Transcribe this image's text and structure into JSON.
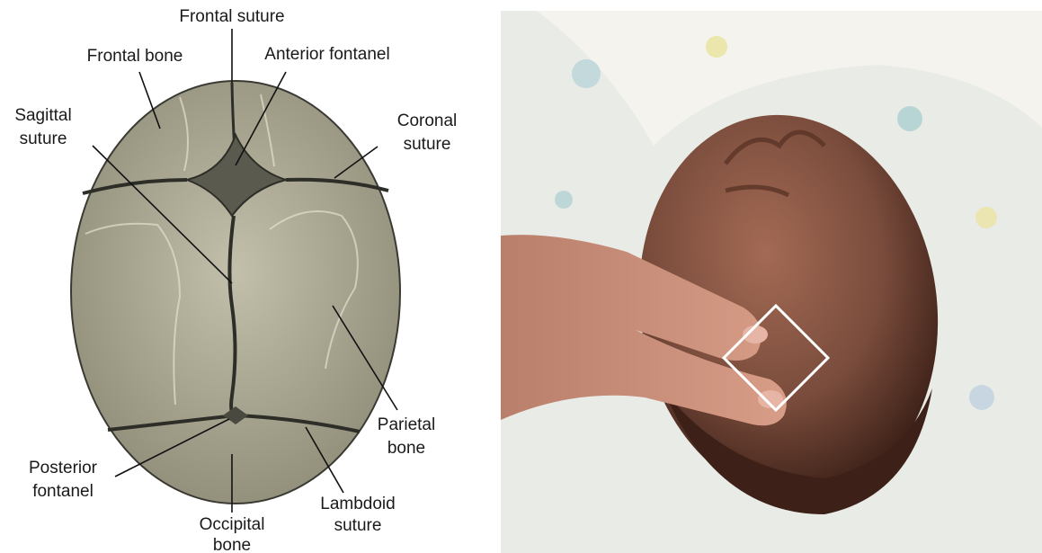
{
  "diagram": {
    "labels": {
      "frontal_suture": "Frontal suture",
      "frontal_bone": "Frontal bone",
      "anterior_fontanel": "Anterior fontanel",
      "sagittal_suture_1": "Sagittal",
      "sagittal_suture_2": "suture",
      "coronal_suture_1": "Coronal",
      "coronal_suture_2": "suture",
      "parietal_bone_1": "Parietal",
      "parietal_bone_2": "bone",
      "posterior_fontanel_1": "Posterior",
      "posterior_fontanel_2": "fontanel",
      "lambdoid_suture_1": "Lambdoid",
      "lambdoid_suture_2": "suture",
      "occipital_bone_1": "Occipital",
      "occipital_bone_2": "bone"
    },
    "colors": {
      "bone": "#a9a692",
      "bone_highlight": "#cfcbb8",
      "suture": "#2e2e28",
      "fontanel": "#5b5a4e"
    }
  },
  "photo": {
    "description_icon": "infant-head-palpation-photo",
    "colors": {
      "blanket": "#e9ebe6",
      "skin": "#7a4c3c",
      "hair": "#3d2118",
      "hand": "#c58c78",
      "marker": "#ffffff"
    }
  }
}
